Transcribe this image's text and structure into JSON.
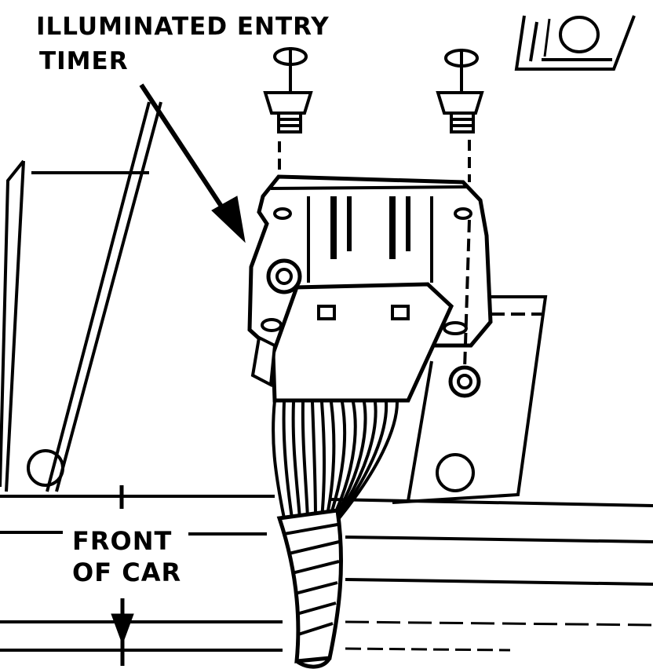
{
  "labels": {
    "timer_line1": "ILLUMINATED ENTRY",
    "timer_line2": "TIMER",
    "front_line1": "FRONT",
    "front_line2": "OF CAR"
  },
  "colors": {
    "ink": "#000000",
    "paper": "#ffffff"
  }
}
